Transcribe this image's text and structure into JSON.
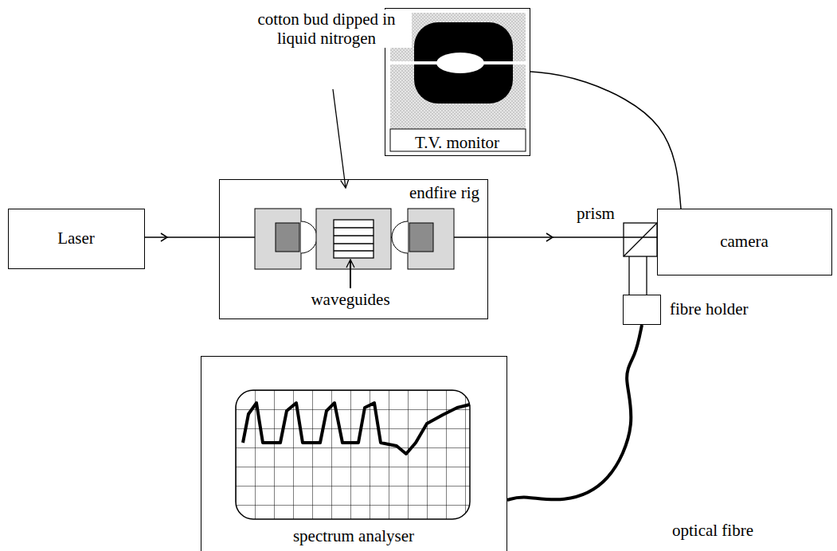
{
  "diagram": {
    "nodes": [
      {
        "text": [
          "Laser"
        ]
      },
      {
        "text": [
          "endfire rig"
        ]
      },
      {
        "text": [
          "T.V. monitor"
        ]
      },
      {
        "text": [
          "camera"
        ]
      },
      {
        "text": [
          "fibre holder"
        ]
      },
      {
        "text": [
          "spectrum analyser"
        ]
      }
    ],
    "edges": [
      {
        "from": 0,
        "to": 1,
        "arrow": "to"
      },
      {
        "from": 1,
        "to": 3,
        "arrow": "to"
      },
      {
        "from": 3,
        "to": 2,
        "arrow": "none"
      },
      {
        "from": 4,
        "to": 5,
        "arrow": "none"
      }
    ],
    "labels": [
      "cotton bud dipped in liquid nitrogen",
      "waveguides",
      "prism",
      "optical fibre"
    ]
  }
}
